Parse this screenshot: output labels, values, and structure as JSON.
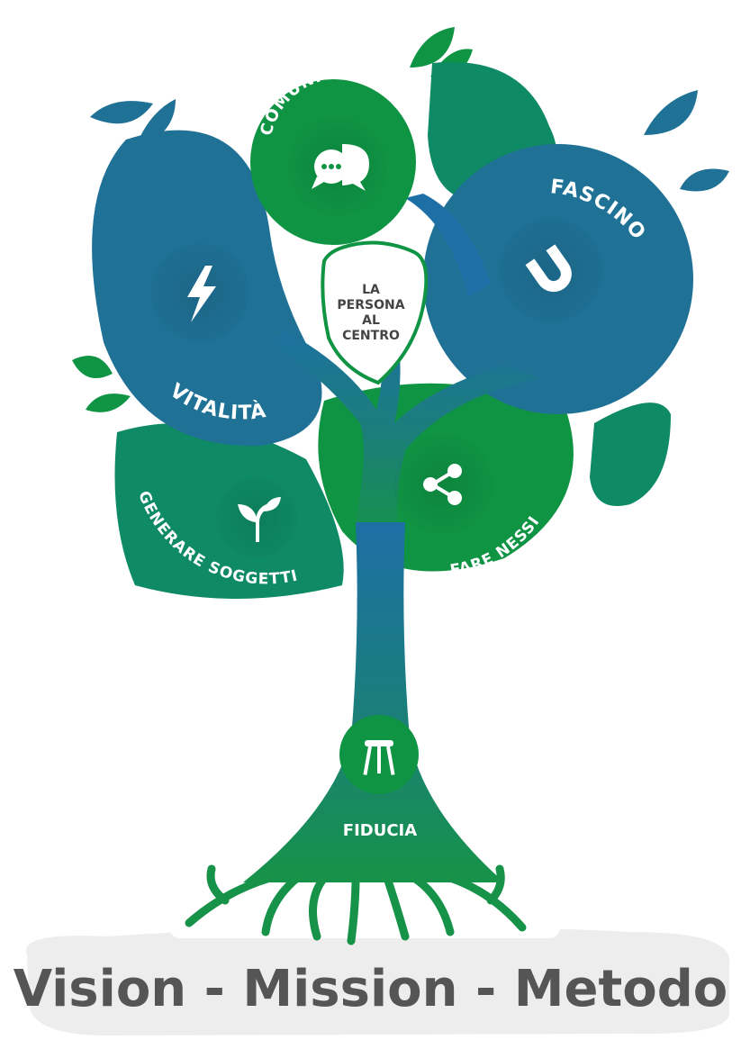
{
  "title": "Vision - Mission - Metodo",
  "center": {
    "lines": [
      "LA",
      "PERSONA",
      "AL",
      "CENTRO"
    ]
  },
  "nodes": {
    "comunicazione": {
      "label": "COMUNICAZIONE",
      "icon": "chat-bubbles-icon"
    },
    "fascino": {
      "label": "FASCINO",
      "icon": "magnet-icon"
    },
    "vitalita": {
      "label": "VITALITÀ",
      "icon": "lightning-bolt-icon"
    },
    "generare": {
      "label": "GENERARE SOGGETTI",
      "icon": "sprout-icon"
    },
    "fare_nessi": {
      "label": "FARE NESSI",
      "icon": "share-nodes-icon"
    },
    "fiducia": {
      "label": "FIDUCIA",
      "icon": "stool-icon"
    }
  },
  "colors": {
    "blue": "#1f7196",
    "green": "#0f9444",
    "teal": "#0e8a64",
    "trunk": "#1b7f78",
    "caption": "#555555"
  }
}
